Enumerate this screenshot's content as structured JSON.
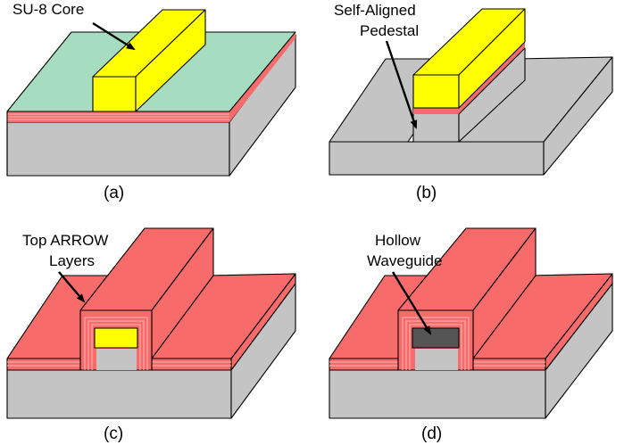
{
  "colors": {
    "substrate_side": "#c4c4c4",
    "substrate_top": "#c4c4c4",
    "green_layer": "#a6dcbf",
    "arrow_top": "#f76b6b",
    "arrow_side": "#f76b6b",
    "su8_core": "#ffff00",
    "hollow_core": "#555555",
    "thin_film_line": "#f2a8a8",
    "outline": "#000000"
  },
  "panels": {
    "a": {
      "caption": "(a)",
      "label_lines": [
        "SU-8 Core"
      ],
      "arrow_icon": "pointer-arrow"
    },
    "b": {
      "caption": "(b)",
      "label_lines": [
        "Self-Aligned",
        "Pedestal"
      ],
      "arrow_icon": "pointer-arrow"
    },
    "c": {
      "caption": "(c)",
      "label_lines": [
        "Top ARROW",
        "Layers"
      ],
      "arrow_icon": "pointer-arrow"
    },
    "d": {
      "caption": "(d)",
      "label_lines": [
        "Hollow",
        "Waveguide"
      ],
      "arrow_icon": "pointer-arrow"
    }
  }
}
